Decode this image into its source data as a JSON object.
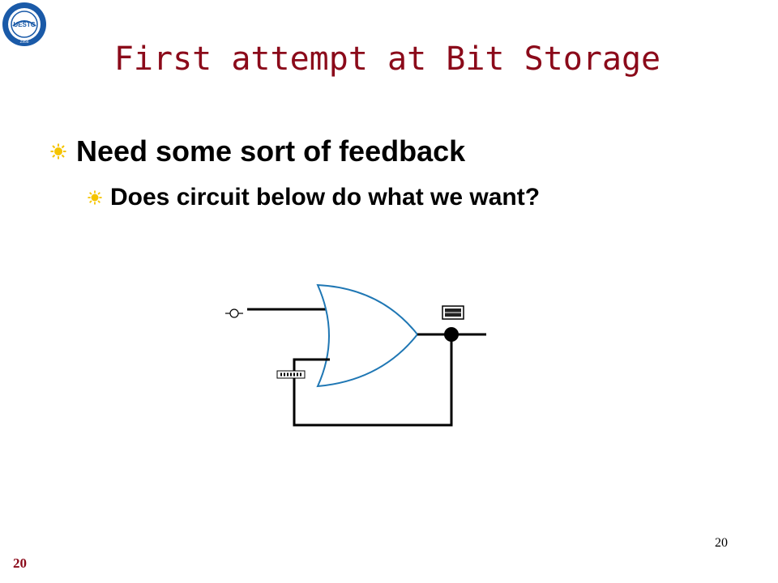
{
  "slide": {
    "title": "First attempt at Bit Storage",
    "bullets": [
      {
        "text": "Need some sort of feedback"
      },
      {
        "text": "Does circuit below do what we want?"
      }
    ],
    "page_number": "20",
    "footer_number": "20"
  },
  "logo": {
    "text": "UESTC",
    "year": "1956"
  },
  "colors": {
    "title": "#8b0a1a",
    "bullet": "#f5c400",
    "gate": "#1f77b4",
    "logo": "#1a5aa8"
  },
  "icons": {
    "bullet": "sun-bullet-icon",
    "logo": "university-seal-icon"
  }
}
